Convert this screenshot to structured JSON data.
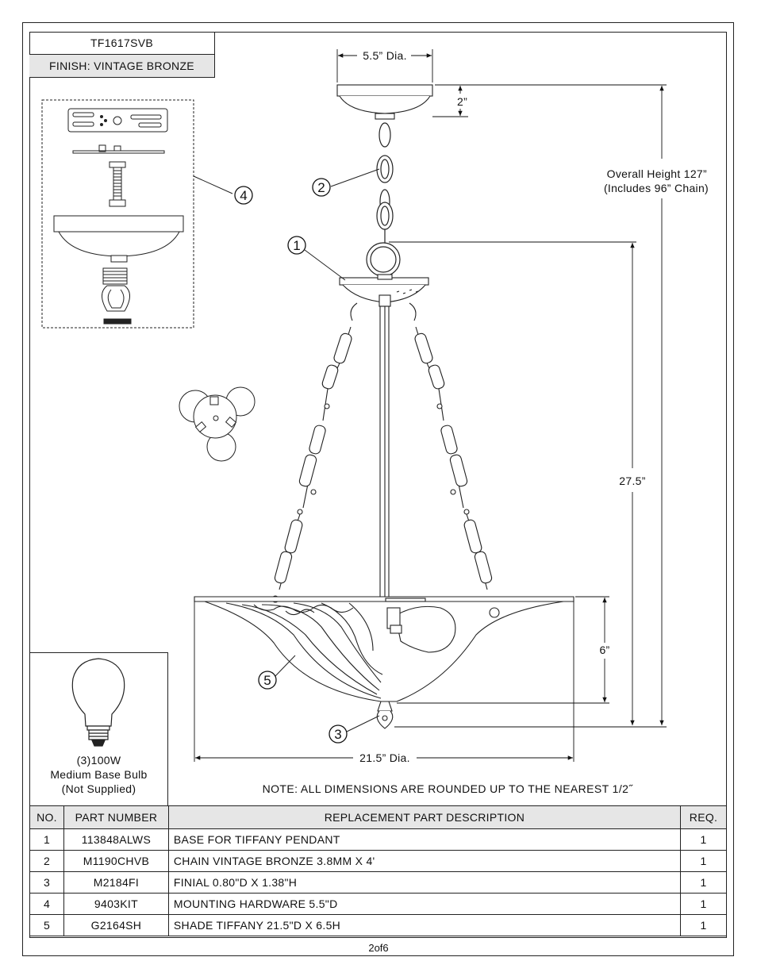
{
  "header": {
    "model": "TF1617SVB",
    "finish": "FINISH: VINTAGE BRONZE"
  },
  "dimensions": {
    "canopy_dia": "5.5” Dia.",
    "canopy_height": "2”",
    "overall_height_line1": "Overall Height 127”",
    "overall_height_line2": "(Includes 96” Chain)",
    "fixture_height": "27.5”",
    "shade_height": "6”",
    "shade_dia": "21.5” Dia."
  },
  "callouts": [
    "1",
    "2",
    "3",
    "4",
    "5"
  ],
  "bulb": {
    "line1": "(3)100W",
    "line2": "Medium Base Bulb",
    "line3": "(Not Supplied)"
  },
  "note": "NOTE:  ALL DIMENSIONS ARE ROUNDED UP TO THE NEAREST  1/2˝",
  "table": {
    "headers": [
      "NO.",
      "PART NUMBER",
      "REPLACEMENT PART DESCRIPTION",
      "REQ."
    ],
    "rows": [
      {
        "no": "1",
        "part": "113848ALWS",
        "desc": "BASE FOR TIFFANY PENDANT",
        "req": "1"
      },
      {
        "no": "2",
        "part": "M1190CHVB",
        "desc": "CHAIN  VINTAGE BRONZE 3.8MM X 4'",
        "req": "1"
      },
      {
        "no": "3",
        "part": "M2184FI",
        "desc": "FINIAL 0.80\"D X 1.38\"H",
        "req": "1"
      },
      {
        "no": "4",
        "part": "9403KIT",
        "desc": "MOUNTING HARDWARE 5.5\"D",
        "req": "1"
      },
      {
        "no": "5",
        "part": "G2164SH",
        "desc": "SHADE TIFFANY 21.5\"D X 6.5H",
        "req": "1"
      }
    ]
  },
  "page": "2of6"
}
